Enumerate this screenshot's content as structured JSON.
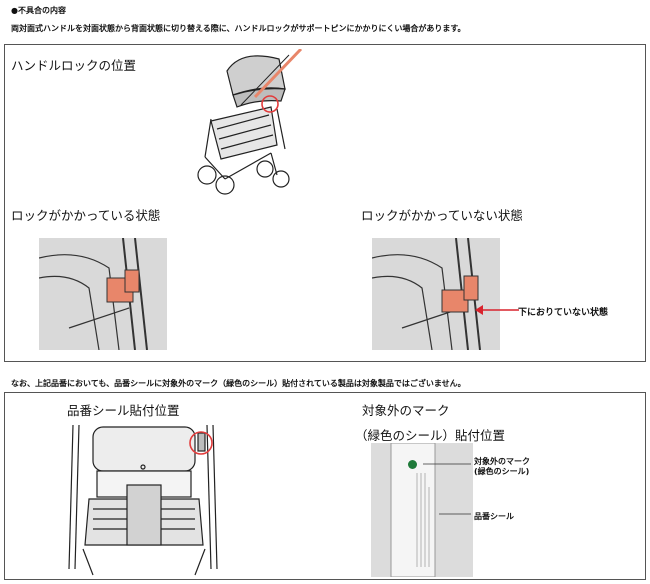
{
  "header": {
    "bullet_title": "●不具合の内容",
    "description": "両対面式ハンドルを対面状態から背面状態に切り替える際に、ハンドルロックがサポートピンにかかりにくい場合があります。"
  },
  "panel_top": {
    "lock_position_label": "ハンドルロックの位置",
    "locked_label": "ロックがかかっている状態",
    "unlocked_label": "ロックがかかっていない状態",
    "not_lowered_note": "下におりていない状態"
  },
  "note": "なお、上記品番においても、品番シールに対象外のマーク（緑色のシール）貼付されている製品は対象製品ではございません。",
  "panel_bottom": {
    "sticker_position_label": "品番シール貼付位置",
    "excluded_mark_line1": "対象外のマーク",
    "excluded_mark_line2": "（緑色のシール）貼付位置",
    "callout_mark_line1": "対象外のマーク",
    "callout_mark_line2": "(緑色のシール)",
    "callout_sticker": "品番シール"
  },
  "colors": {
    "highlight_red": "#e23b3b",
    "lock_orange": "#e8866a",
    "green_mark": "#1f7a3a"
  }
}
